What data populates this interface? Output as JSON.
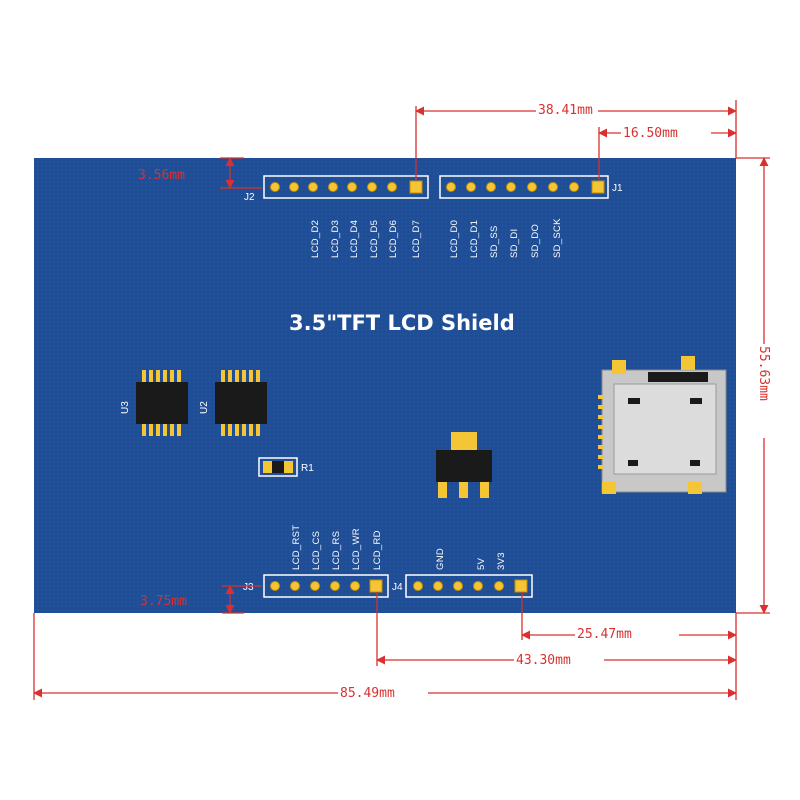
{
  "board": {
    "title": "3.5\"TFT LCD Shield",
    "pcb_color": "#1f4e96",
    "dimension_color": "#d8312f"
  },
  "headers": {
    "j2": {
      "name": "J2",
      "pins": [
        "LCD_D2",
        "LCD_D3",
        "LCD_D4",
        "LCD_D5",
        "LCD_D6",
        "LCD_D7"
      ]
    },
    "j1": {
      "name": "J1",
      "pins": [
        "LCD_D0",
        "LCD_D1",
        "SD_SS",
        "SD_DI",
        "SD_DO",
        "SD_SCK"
      ]
    },
    "j3": {
      "name": "J3",
      "pins": [
        "LCD_RST",
        "LCD_CS",
        "LCD_RS",
        "LCD_WR",
        "LCD_RD"
      ]
    },
    "j4": {
      "name": "J4",
      "pins": [
        "GND",
        "5V",
        "3V3"
      ]
    }
  },
  "components": {
    "u3": "U3",
    "u2": "U2",
    "r1": "R1"
  },
  "dimensions": {
    "top_38": "38.41mm",
    "top_16": "16.50mm",
    "left_top": "3.56mm",
    "right_height": "55.63mm",
    "left_bottom": "3.75mm",
    "bottom_25": "25.47mm",
    "bottom_43": "43.30mm",
    "bottom_width": "85.49mm"
  }
}
